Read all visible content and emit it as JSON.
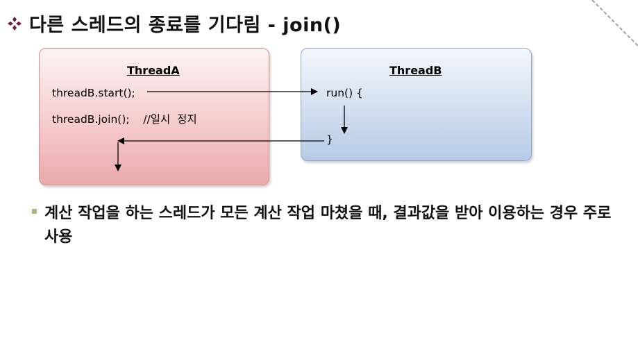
{
  "title": {
    "text": "다른 스레드의 종료를 기다림 - join()"
  },
  "thread_a": {
    "title": "ThreadA",
    "line1": "threadB.start();",
    "line2": "threadB.join();    //일시  정지"
  },
  "thread_b": {
    "title": "ThreadB",
    "line1": "run() {",
    "line2": "}"
  },
  "bullet": {
    "text": "계산 작업을 하는 스레드가 모든 계산 작업 마쳤을 때, 결과값을 받아 이용하는 경우 주로 사용"
  },
  "colors": {
    "accent_bullet": "#6b1f3a",
    "box_a_border": "#d88f92",
    "box_b_border": "#8ea8cd",
    "bullet_square": "#b3b37a"
  }
}
